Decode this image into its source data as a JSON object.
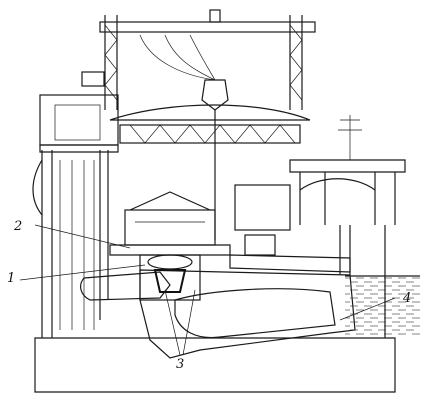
{
  "callouts": [
    {
      "id": "1",
      "label": "1"
    },
    {
      "id": "2",
      "label": "2"
    },
    {
      "id": "3",
      "label": "3"
    },
    {
      "id": "4",
      "label": "4"
    }
  ],
  "colors": {
    "ink": "#1a1a1a",
    "concrete": "#e8e8e8",
    "paper": "#ffffff"
  }
}
